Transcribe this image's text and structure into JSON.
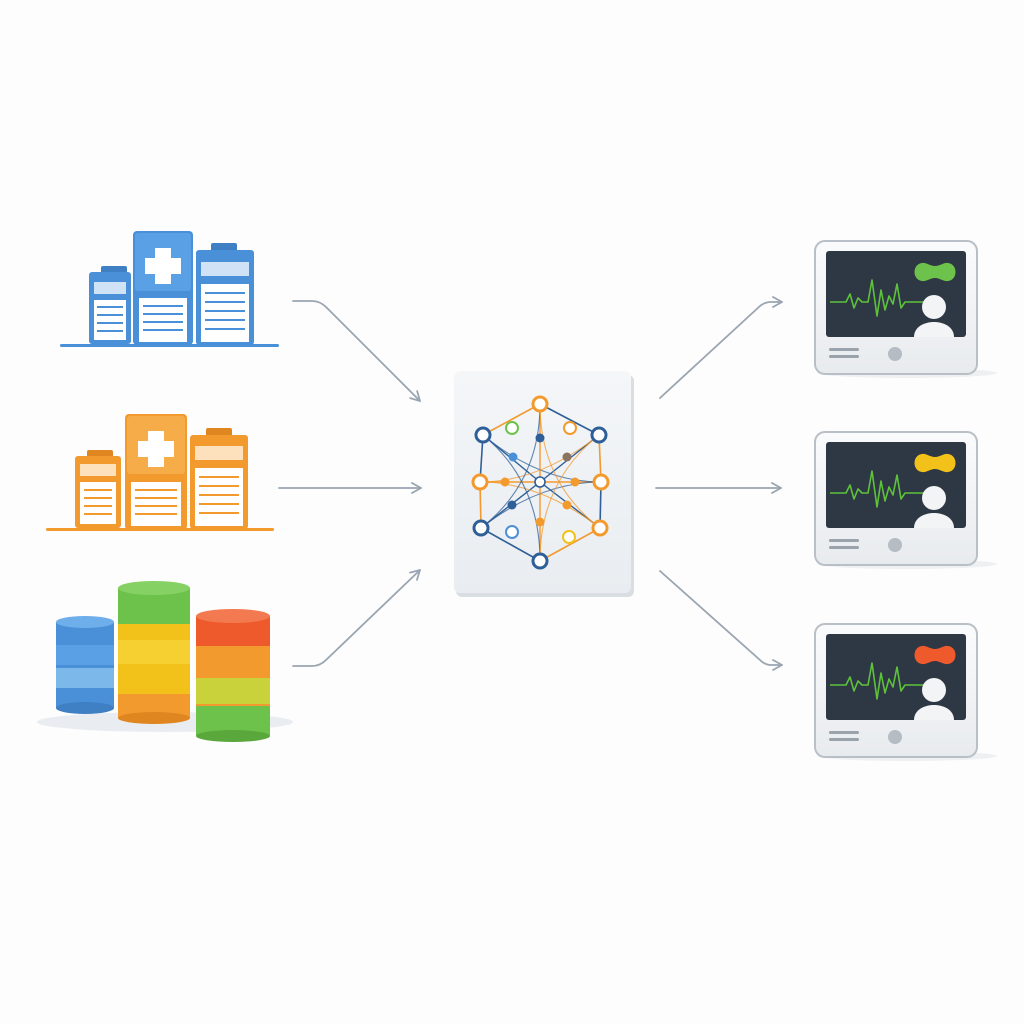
{
  "diagram": {
    "sources": [
      {
        "kind": "hospital-buildings",
        "accent": "#4a90d9"
      },
      {
        "kind": "hospital-buildings",
        "accent": "#f39a2e"
      },
      {
        "kind": "database-stacks"
      }
    ],
    "hub": {
      "kind": "network-graph"
    },
    "outputs": [
      {
        "kind": "patient-monitor",
        "status_color": "#6cc24a"
      },
      {
        "kind": "patient-monitor",
        "status_color": "#f2c21b"
      },
      {
        "kind": "patient-monitor",
        "status_color": "#ee5a2c"
      }
    ],
    "colors": {
      "blue": "#4a90d9",
      "orange": "#f39a2e",
      "green": "#6cc24a",
      "yellow": "#f2c21b",
      "red": "#ee5a2c",
      "navy": "#2f5f98",
      "arrow": "#9aa5b1",
      "screen": "#2e3744",
      "ecg": "#5ec23c"
    }
  }
}
